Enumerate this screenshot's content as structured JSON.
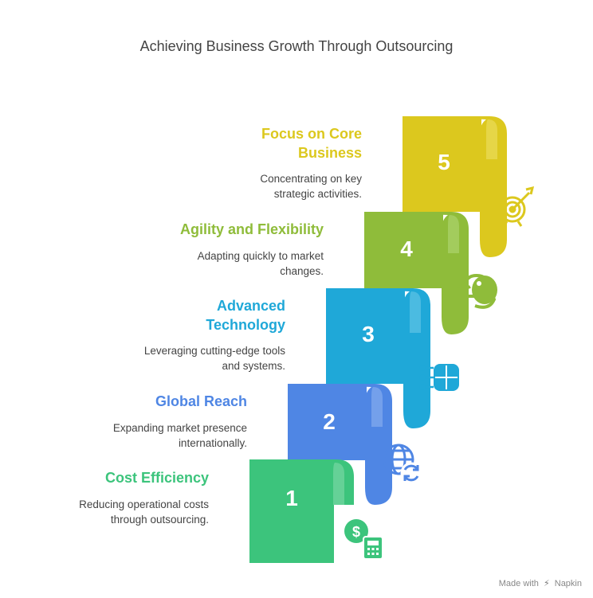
{
  "title": "Achieving Business Growth Through Outsourcing",
  "steps": [
    {
      "number": "1",
      "title": "Cost Efficiency",
      "description": "Reducing operational costs through outsourcing.",
      "color": "#3cc47c",
      "icon": "money-calculator-icon"
    },
    {
      "number": "2",
      "title": "Global Reach",
      "description": "Expanding market presence internationally.",
      "color": "#4f86e4",
      "icon": "globe-sync-icon"
    },
    {
      "number": "3",
      "title": "Advanced Technology",
      "description": "Leveraging cutting-edge tools and systems.",
      "color": "#1fa8d8",
      "icon": "tech-brain-icon"
    },
    {
      "number": "4",
      "title": "Agility and Flexibility",
      "description": "Adapting quickly to market changes.",
      "color": "#8fbc3a",
      "icon": "chameleon-icon"
    },
    {
      "number": "5",
      "title": "Focus on Core Business",
      "description": "Concentrating on key strategic activities.",
      "color": "#dcc81e",
      "icon": "target-icon"
    }
  ],
  "footer": {
    "made_with": "Made with",
    "brand": "Napkin"
  }
}
